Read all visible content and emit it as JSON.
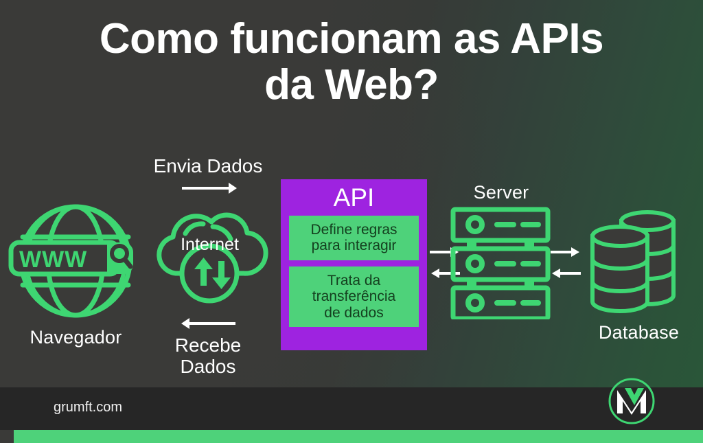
{
  "meta": {
    "title_line1": "Como funcionam as APIs",
    "title_line2": "da Web?"
  },
  "colors": {
    "background_dark": "#3a3a38",
    "background_green": "#2a5739",
    "accent_green": "#3ed672",
    "panel_green": "#4ed27a",
    "api_purple": "#9e23e0",
    "panel_text": "#14401f",
    "white": "#ffffff",
    "footer_bar": "#262626"
  },
  "browser": {
    "label": "Navegador",
    "search_text": "WWW",
    "globe_icon": "globe-icon",
    "search_icon": "magnifier-icon"
  },
  "internet": {
    "label": "Internet",
    "cloud_icon": "cloud-icon",
    "transfer_icon": "up-down-arrows-icon"
  },
  "flows": {
    "send": {
      "label": "Envia Dados",
      "arrow_icon": "arrow-right-icon",
      "direction": "right"
    },
    "receive": {
      "label_line1": "Recebe",
      "label_line2": "Dados",
      "arrow_icon": "arrow-left-icon",
      "direction": "left"
    }
  },
  "api": {
    "title": "API",
    "panels": [
      {
        "line1": "Define regras",
        "line2": "para interagir"
      },
      {
        "line1": "Trata da",
        "line2": "transferência",
        "line3": "de dados"
      }
    ]
  },
  "server": {
    "label": "Server",
    "icon": "server-rack-icon",
    "rack_count": 3
  },
  "database": {
    "label": "Database",
    "icon": "database-cylinders-icon"
  },
  "connectors": {
    "api_server": {
      "top_arrow": "arrow-right-icon",
      "bottom_arrow": "arrow-left-icon"
    },
    "server_database": {
      "top_arrow": "arrow-right-icon",
      "bottom_arrow": "arrow-left-icon"
    }
  },
  "footer": {
    "site": "grumft.com",
    "logo": "grumft-monogram-logo"
  }
}
